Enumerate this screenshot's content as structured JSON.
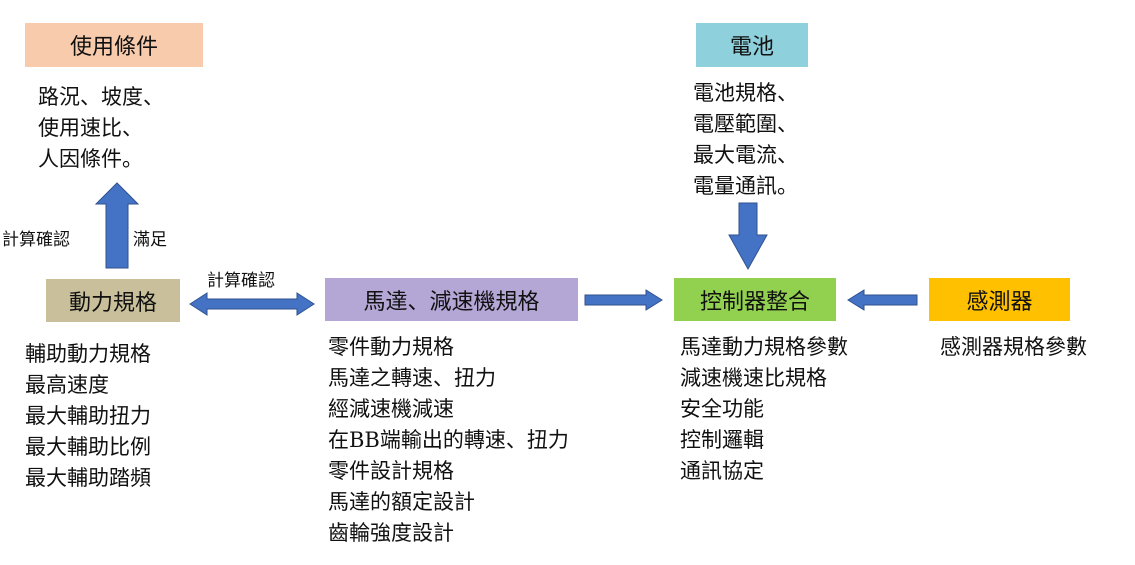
{
  "boxes": {
    "usage": {
      "label": "使用條件",
      "color": "#F8CBAD"
    },
    "battery": {
      "label": "電池",
      "color": "#8FD0DD"
    },
    "power": {
      "label": "動力規格",
      "color": "#C9C09B"
    },
    "motor": {
      "label": "馬達、減速機規格",
      "color": "#B4A7D6"
    },
    "control": {
      "label": "控制器整合",
      "color": "#92D050"
    },
    "sensor": {
      "label": "感測器",
      "color": "#FFC000"
    }
  },
  "lists": {
    "usage": [
      "路況、坡度、",
      "使用速比、",
      "人因條件。"
    ],
    "battery": [
      "電池規格、",
      "電壓範圍、",
      "最大電流、",
      "電量通訊。"
    ],
    "power": [
      "輔助動力規格",
      "最高速度",
      "最大輔助扭力",
      "最大輔助比例",
      "最大輔助踏頻"
    ],
    "motor": [
      "零件動力規格",
      "馬達之轉速、扭力",
      "經減速機減速",
      "在BB端輸出的轉速、扭力",
      "零件設計規格",
      "馬達的額定設計",
      "齒輪強度設計"
    ],
    "control": [
      "馬達動力規格參數",
      "減速機速比規格",
      "安全功能",
      "控制邏輯",
      "通訊協定"
    ],
    "sensor": [
      "感測器規格參數"
    ]
  },
  "arrow_labels": {
    "up_left": "計算確認",
    "up_right": "滿足",
    "horizontal": "計算確認"
  },
  "arrow_color": "#4472C4"
}
